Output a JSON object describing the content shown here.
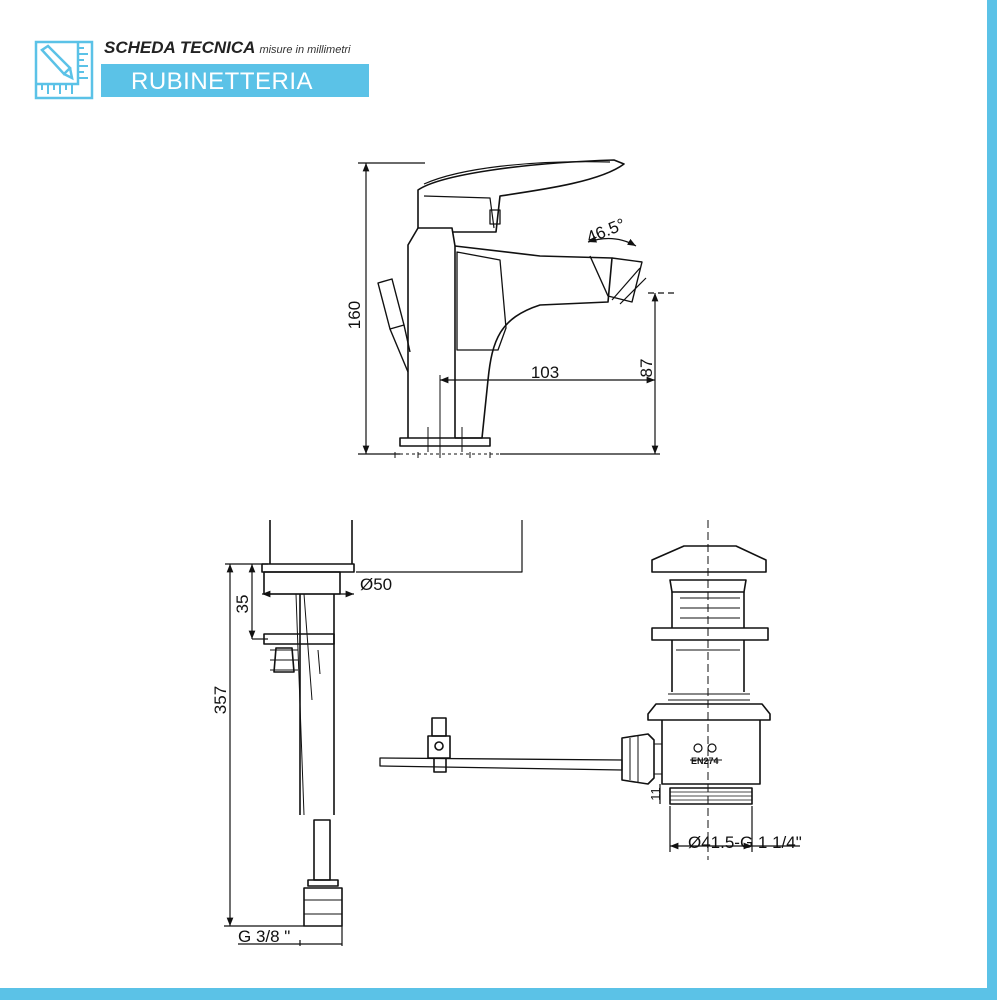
{
  "header": {
    "title": "SCHEDA TECNICA",
    "subtitle": "misure in millimetri",
    "category": "RUBINETTERIA",
    "logo_icon": "ruler-pencil-icon"
  },
  "colors": {
    "accent": "#5bc2e7",
    "line": "#111111"
  },
  "dimensions": {
    "height_total": "160",
    "spout_height": "87",
    "spout_reach": "103",
    "aerator_angle": "46.5°",
    "base_diameter": "Ø50",
    "mount_thickness": "35",
    "hose_length": "357",
    "hose_thread": "G 3/8 \"",
    "drain_size": "Ø41.5-G 1 1/4\"",
    "drain_small": "11"
  },
  "drain_stamp": "EN274"
}
